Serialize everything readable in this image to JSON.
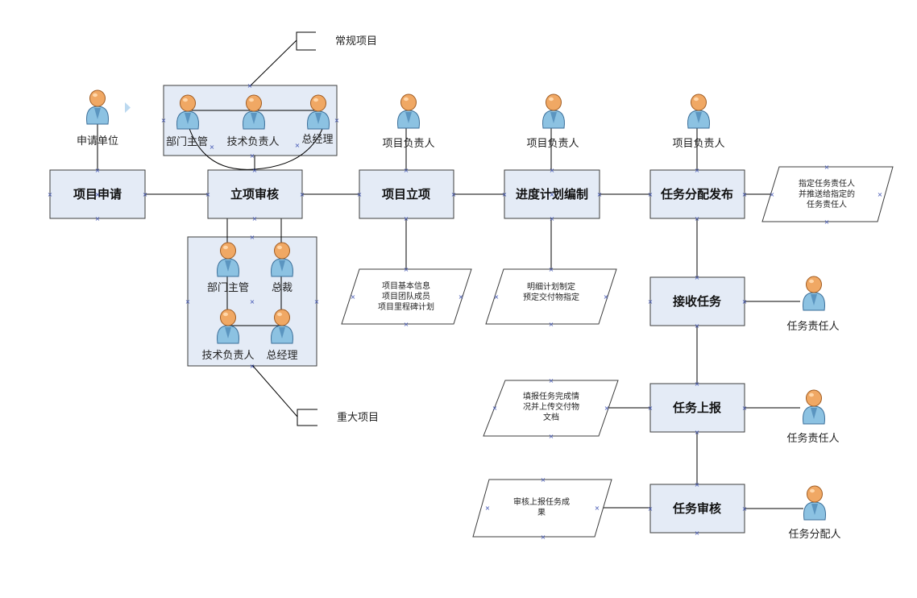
{
  "steps": {
    "apply": "项目申请",
    "review": "立项审核",
    "approve": "项目立项",
    "schedule": "进度计划编制",
    "assign": "任务分配发布",
    "receive": "接收任务",
    "report": "任务上报",
    "audit": "任务审核"
  },
  "people": {
    "applicant": "申请单位",
    "pm1": "项目负责人",
    "pm2": "项目负责人",
    "pm3": "项目负责人",
    "g1_dept": "部门主管",
    "g1_tech": "技术负责人",
    "g1_gm": "总经理",
    "g2_dept": "部门主管",
    "g2_ceo": "总裁",
    "g2_tech": "技术负责人",
    "g2_gm": "总经理",
    "resp1": "任务责任人",
    "resp2": "任务责任人",
    "assigner": "任务分配人"
  },
  "callouts": {
    "regular": "常规项目",
    "major": "重大项目"
  },
  "notes": {
    "approve_lines": [
      "项目基本信息",
      "项目团队成员",
      "项目里程碑计划"
    ],
    "schedule_lines": [
      "明细计划制定",
      "预定交付物指定"
    ],
    "assign_lines": [
      "指定任务责任人",
      "并推送给指定的",
      "任务责任人"
    ],
    "report_lines": [
      "填报任务完成情",
      "况并上传交付物",
      "文档"
    ],
    "audit_lines": [
      "审核上报任务成",
      "果"
    ]
  },
  "colors": {
    "box_fill": "#e4ebf6",
    "person_head": "#f0a864",
    "person_body": "#8cc2e2"
  }
}
